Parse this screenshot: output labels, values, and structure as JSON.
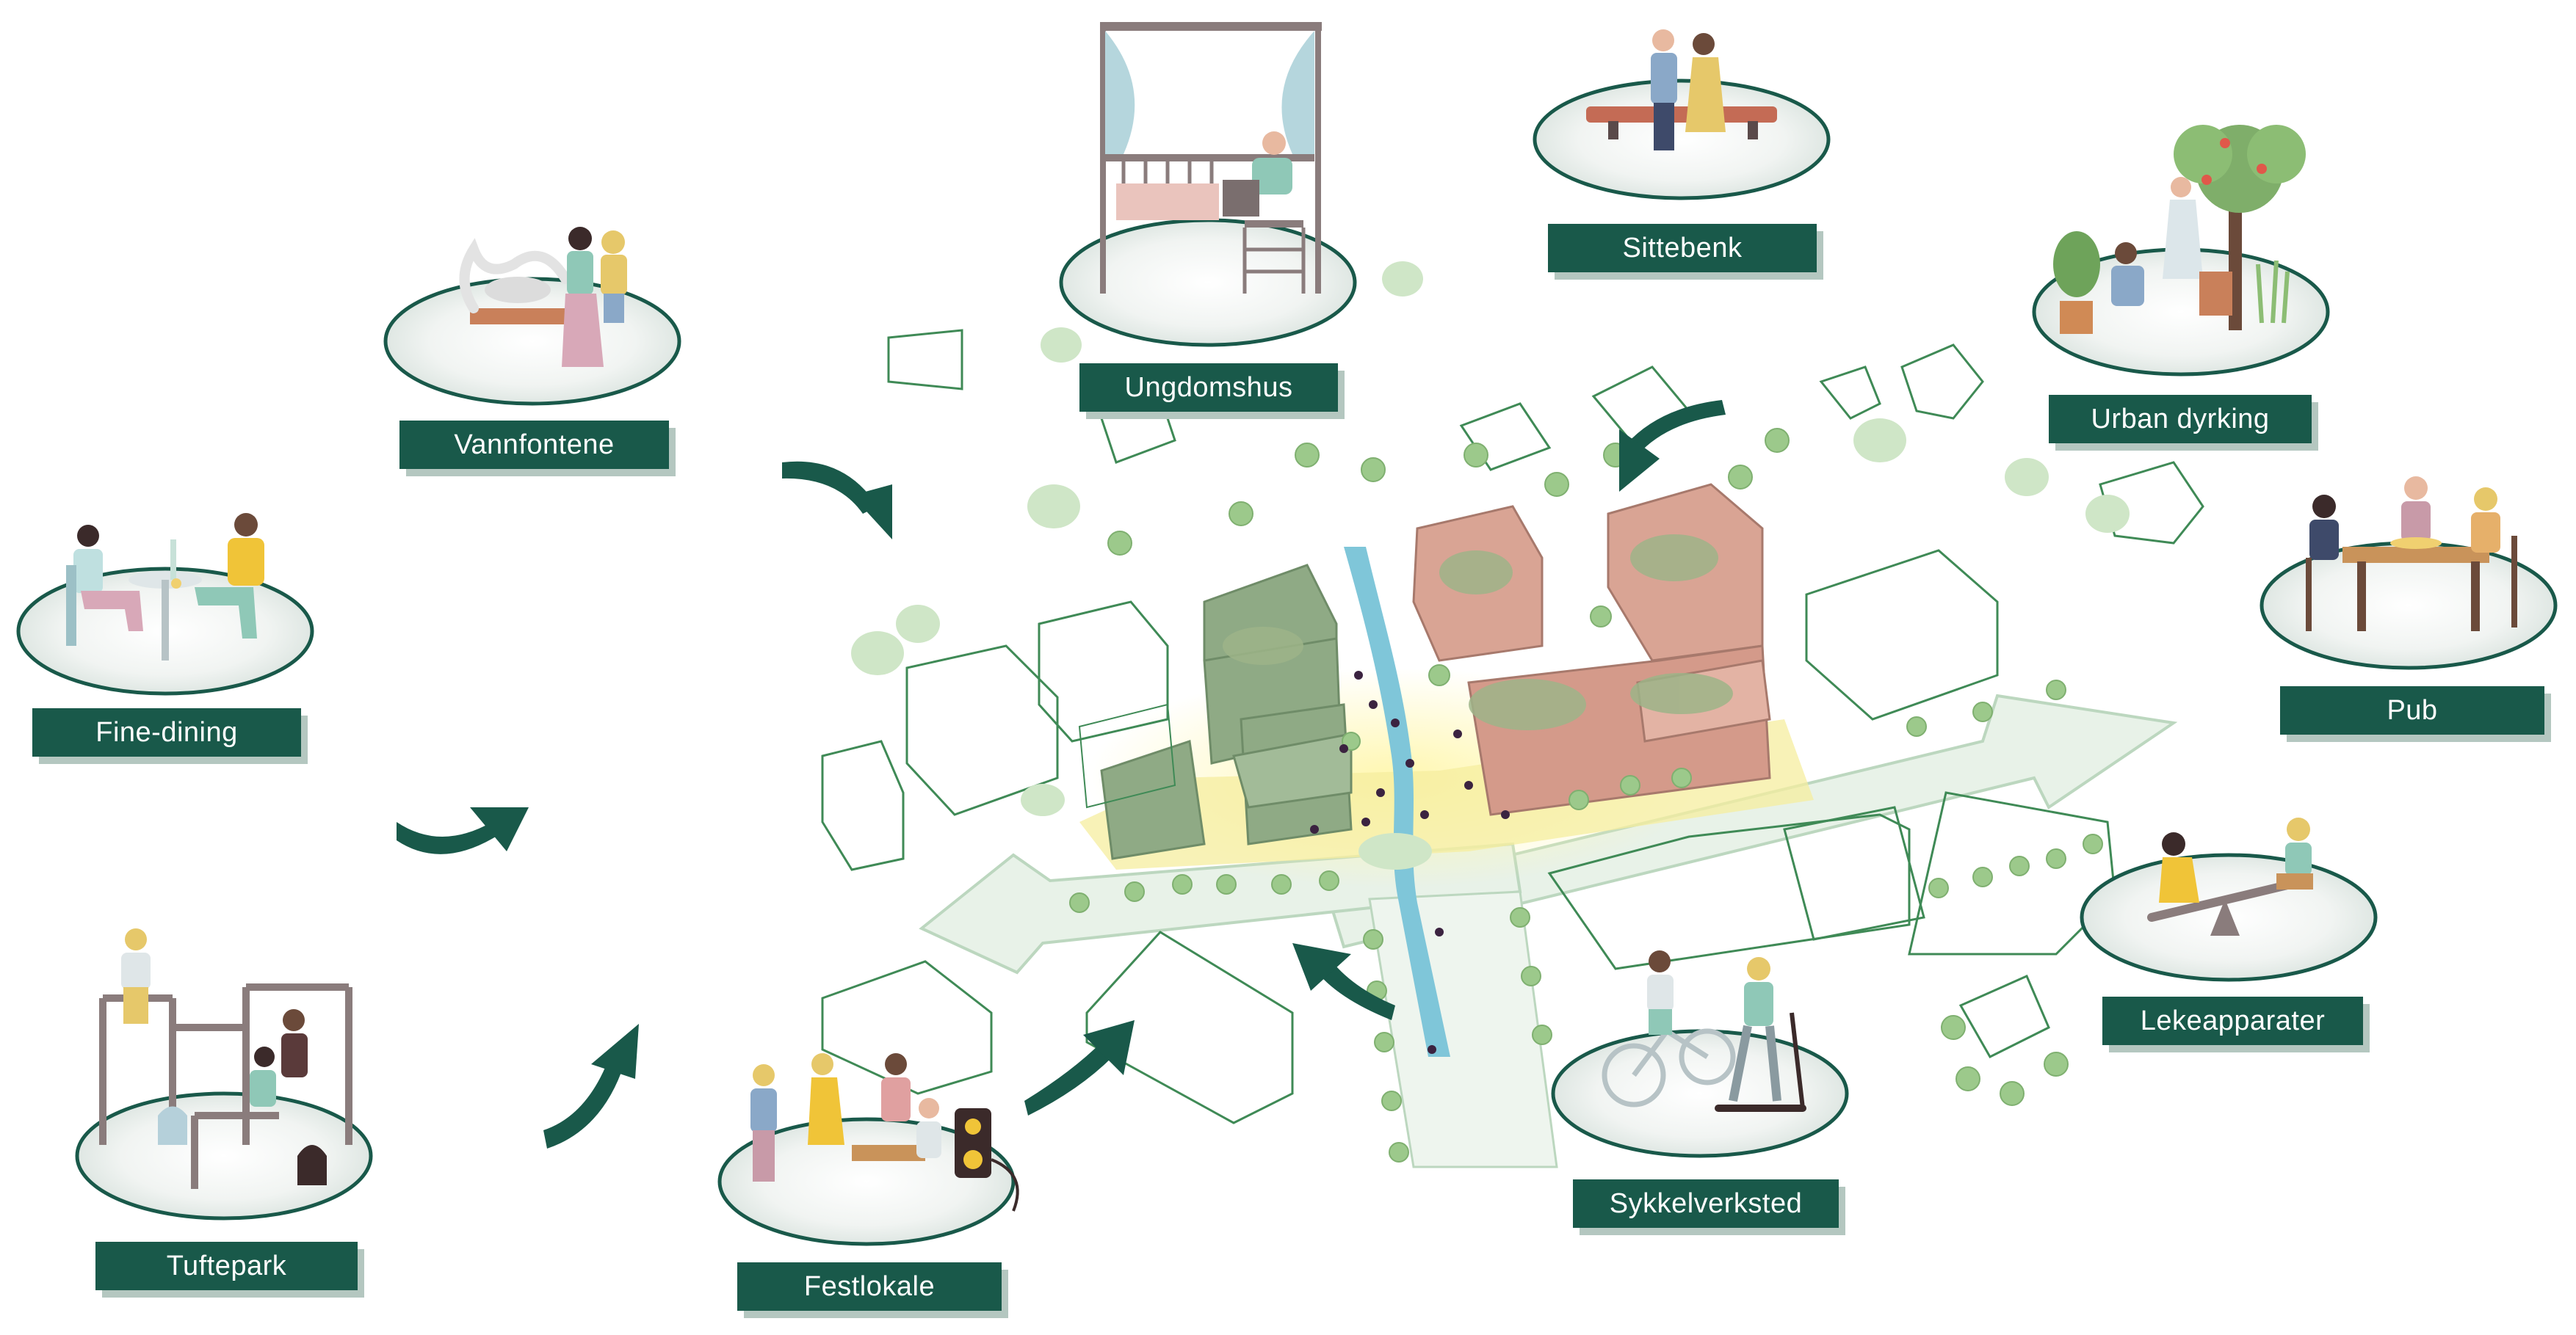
{
  "activities": [
    {
      "id": "ungdomshus",
      "label": "Ungdomshus",
      "icon": "youth-house-balcony-icon"
    },
    {
      "id": "sittebenk",
      "label": "Sittebenk",
      "icon": "couple-on-bench-icon"
    },
    {
      "id": "urban_dyrking",
      "label": "Urban dyrking",
      "icon": "urban-gardening-icon"
    },
    {
      "id": "vannfontene",
      "label": "Vannfontene",
      "icon": "fountain-icon"
    },
    {
      "id": "pub",
      "label": "Pub",
      "icon": "pub-table-icon"
    },
    {
      "id": "fine_dining",
      "label": "Fine-dining",
      "icon": "dining-table-icon"
    },
    {
      "id": "lekeapparater",
      "label": "Lekeapparater",
      "icon": "seesaw-icon"
    },
    {
      "id": "tuftepark",
      "label": "Tuftepark",
      "icon": "outdoor-gym-icon"
    },
    {
      "id": "sykkelverksted",
      "label": "Sykkelverksted",
      "icon": "bicycle-scooter-icon"
    },
    {
      "id": "festlokale",
      "label": "Festlokale",
      "icon": "party-dj-icon"
    }
  ],
  "colors": {
    "label_bg": "#19594a",
    "label_shadow": "#b4c7c0",
    "ellipse_stroke": "#19594a",
    "arrow": "#19594a",
    "tree": "#9cc98b",
    "building_green": "#8faa85",
    "building_pink": "#d49a8a",
    "plaza_yellow": "#f6ed9f",
    "stream_blue": "#7fc6d9",
    "line_art": "#3f8a56"
  }
}
